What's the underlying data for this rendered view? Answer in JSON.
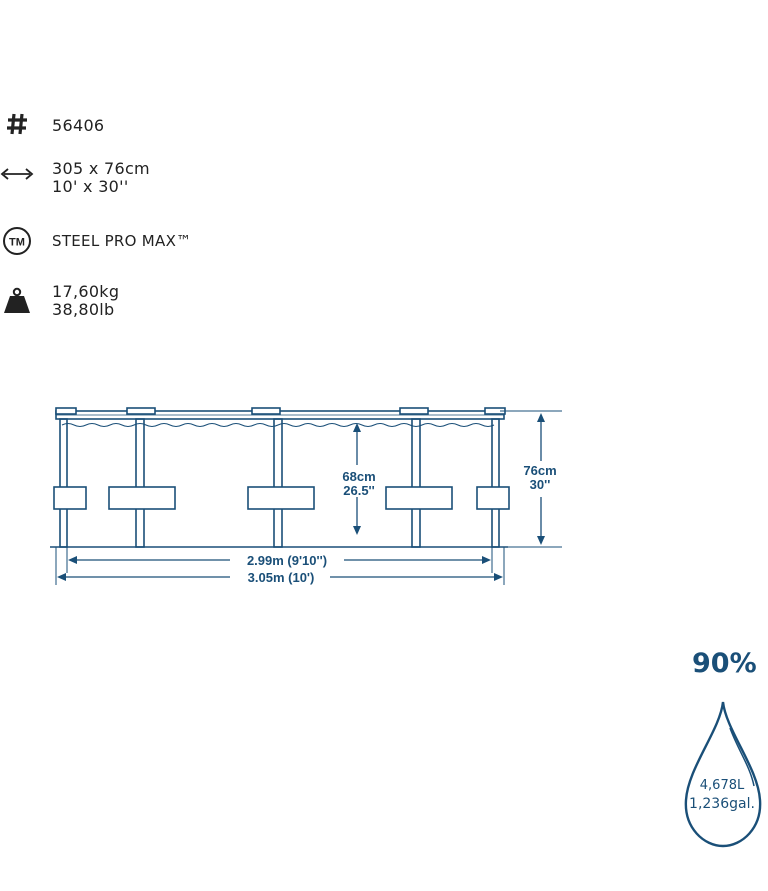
{
  "specs": {
    "model_number": "56406",
    "size_metric": "305 x 76cm",
    "size_imperial": "10' x 30''",
    "brand": "STEEL PRO MAX™",
    "weight_kg": "17,60kg",
    "weight_lb": "38,80lb",
    "icons": [
      "hash-icon",
      "double-arrow-icon",
      "trademark-icon",
      "weight-icon"
    ]
  },
  "diagram": {
    "water_depth_metric": "68cm",
    "water_depth_imperial": "26.5''",
    "wall_height_metric": "76cm",
    "wall_height_imperial": "30''",
    "inner_width": "2.99m (9'10'')",
    "outer_width": "3.05m (10')",
    "line_color": "#1a4f78"
  },
  "capacity": {
    "fill_percent": "90%",
    "liters": "4,678L",
    "gallons": "1,236gal.",
    "icon": "water-drop-icon"
  }
}
